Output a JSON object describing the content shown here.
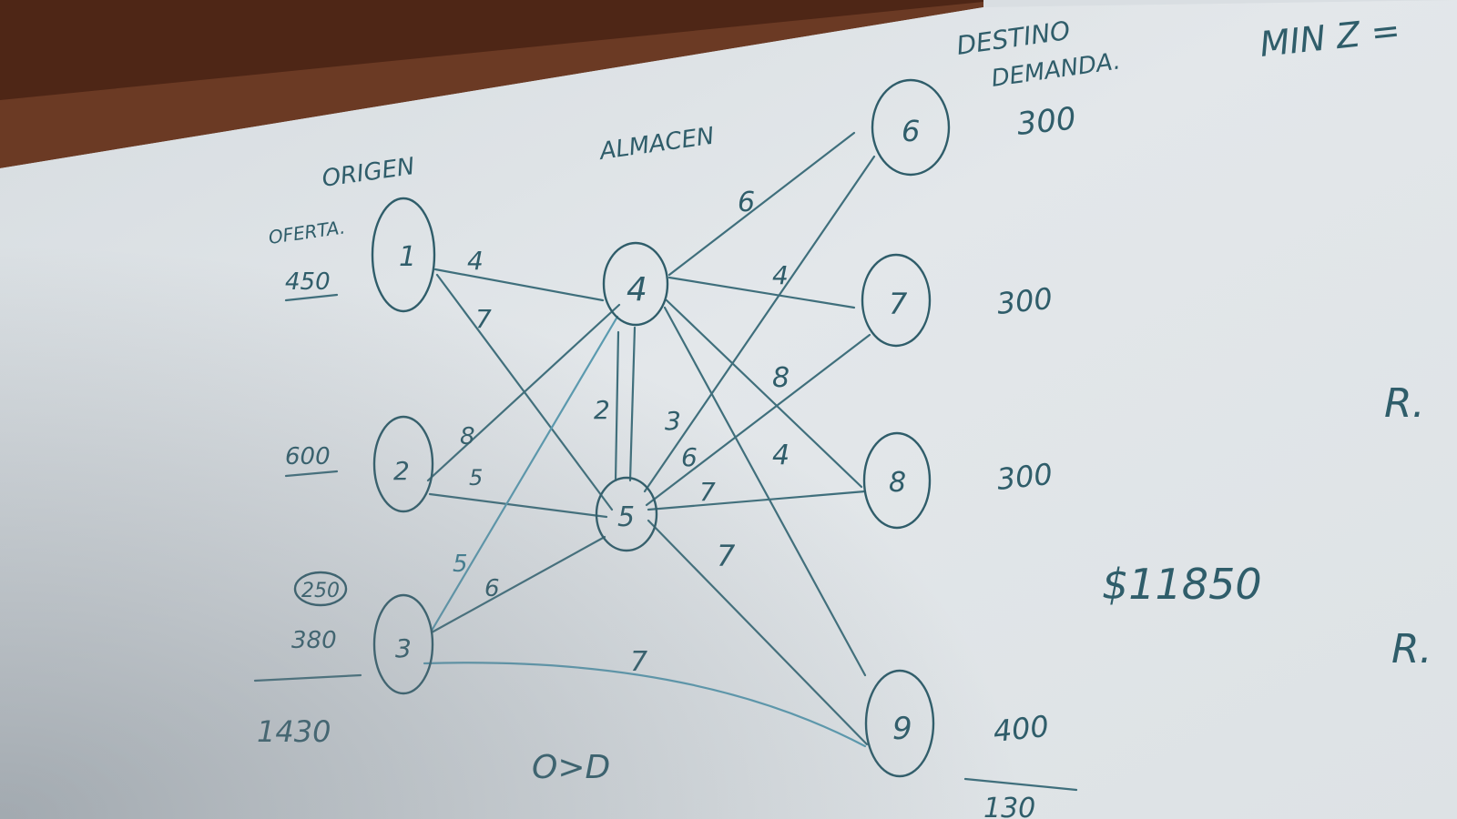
{
  "headers": {
    "origin": "ORIGEN",
    "supply": "OFERTA.",
    "warehouse": "ALMACEN",
    "destination": "DESTINO",
    "demand": "DEMANDA.",
    "objective": "MIN  Z ="
  },
  "supply_values": {
    "node1": "450",
    "node2": "600",
    "node3_circled": "250",
    "node3": "380",
    "total": "1430"
  },
  "demand_values": {
    "node6": "300",
    "node7": "300",
    "node8": "300",
    "node9": "400",
    "total_partial": "130"
  },
  "nodes": {
    "n1": "1",
    "n2": "2",
    "n3": "3",
    "n4": "4",
    "n5": "5",
    "n6": "6",
    "n7": "7",
    "n8": "8",
    "n9": "9"
  },
  "edge_costs": {
    "e1_4": "4",
    "e1_5": "7",
    "e2_4": "8",
    "e2_5": "5",
    "e3_4": "5",
    "e3_5": "6",
    "e3_9": "7",
    "e4_5": "2",
    "e4_6": "6",
    "e4_7": "4",
    "e4_8": "8",
    "e4_9": "4",
    "e5_6": "3",
    "e5_7": "6",
    "e5_8": "7",
    "e5_9": "7"
  },
  "result": "$11850",
  "comparison": "O>D",
  "margin_notes": {
    "r1": "R.",
    "r2": "R."
  }
}
